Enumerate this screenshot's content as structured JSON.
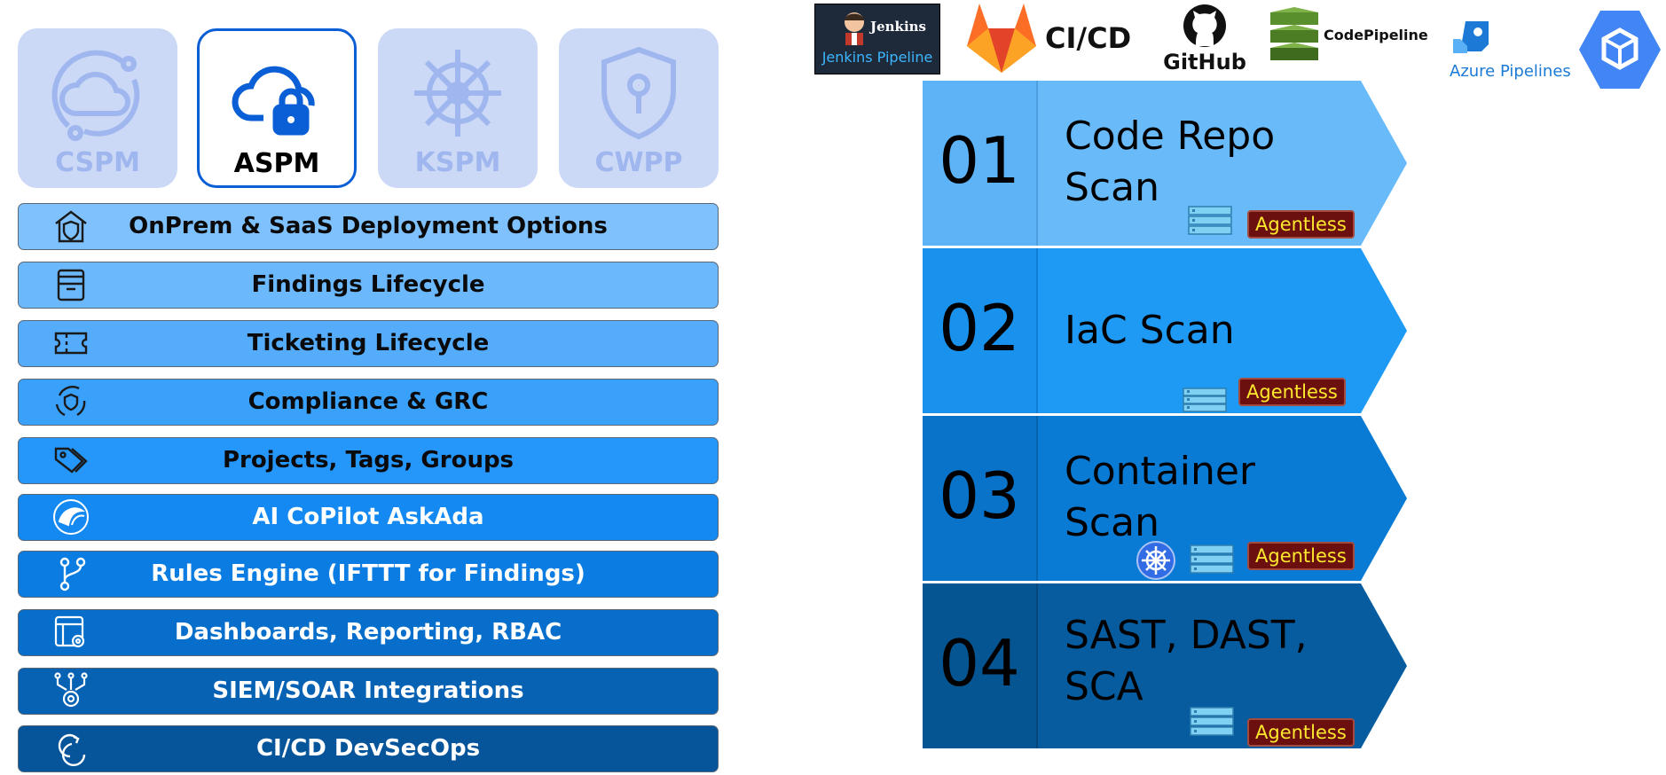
{
  "tiles": [
    {
      "label": "CSPM",
      "icon": "cloud-orbit-icon",
      "active": false
    },
    {
      "label": "ASPM",
      "icon": "cloud-lock-icon",
      "active": true
    },
    {
      "label": "KSPM",
      "icon": "ship-wheel-icon",
      "active": false
    },
    {
      "label": "CWPP",
      "icon": "shield-keyhole-icon",
      "active": false
    }
  ],
  "features": [
    {
      "label": "OnPrem & SaaS Deployment Options",
      "icon": "house-shield-icon",
      "color": "#7fc1fc"
    },
    {
      "label": "Findings Lifecycle",
      "icon": "archive-box-icon",
      "color": "#6cb8fc"
    },
    {
      "label": "Ticketing Lifecycle",
      "icon": "ticket-icon",
      "color": "#55acfb"
    },
    {
      "label": "Compliance & GRC",
      "icon": "cycle-shield-icon",
      "color": "#3aa1fb"
    },
    {
      "label": "Projects, Tags, Groups",
      "icon": "tags-icon",
      "color": "#2596fa"
    },
    {
      "label": "AI CoPilot AskAda",
      "icon": "copilot-logo-icon",
      "color": "#1489f2"
    },
    {
      "label": "Rules Engine (IFTTT for Findings)",
      "icon": "branch-icon",
      "color": "#0b7de2"
    },
    {
      "label": "Dashboards, Reporting, RBAC",
      "icon": "dashboard-gear-icon",
      "color": "#076fcb"
    },
    {
      "label": "SIEM/SOAR Integrations",
      "icon": "integration-gear-icon",
      "color": "#0762b4"
    },
    {
      "label": "CI/CD DevSecOps",
      "icon": "cycle-arrows-icon",
      "color": "#065499"
    }
  ],
  "logos": {
    "jenkins_name": "Jenkins",
    "jenkins_caption": "Jenkins Pipeline",
    "gitlab_text": "CI/CD",
    "github_text": "GitHub",
    "codepipeline_text": "CodePipeline",
    "azure_text": "Azure Pipelines"
  },
  "steps": [
    {
      "number": "01",
      "title_lines": [
        "Code Repo",
        "Scan"
      ],
      "badge": "Agentless",
      "color": "#69baf9",
      "left_color": "#5eb3f7"
    },
    {
      "number": "02",
      "title_lines": [
        "IaC Scan"
      ],
      "badge": "Agentless",
      "color": "#1e9af5",
      "left_color": "#1992ee"
    },
    {
      "number": "03",
      "title_lines": [
        "Container",
        "Scan"
      ],
      "badge": "Agentless",
      "color": "#0a7bd4",
      "left_color": "#0873c8"
    },
    {
      "number": "04",
      "title_lines": [
        "SAST, DAST,",
        "SCA"
      ],
      "badge": "Agentless",
      "color": "#065c9e",
      "left_color": "#055592"
    }
  ]
}
